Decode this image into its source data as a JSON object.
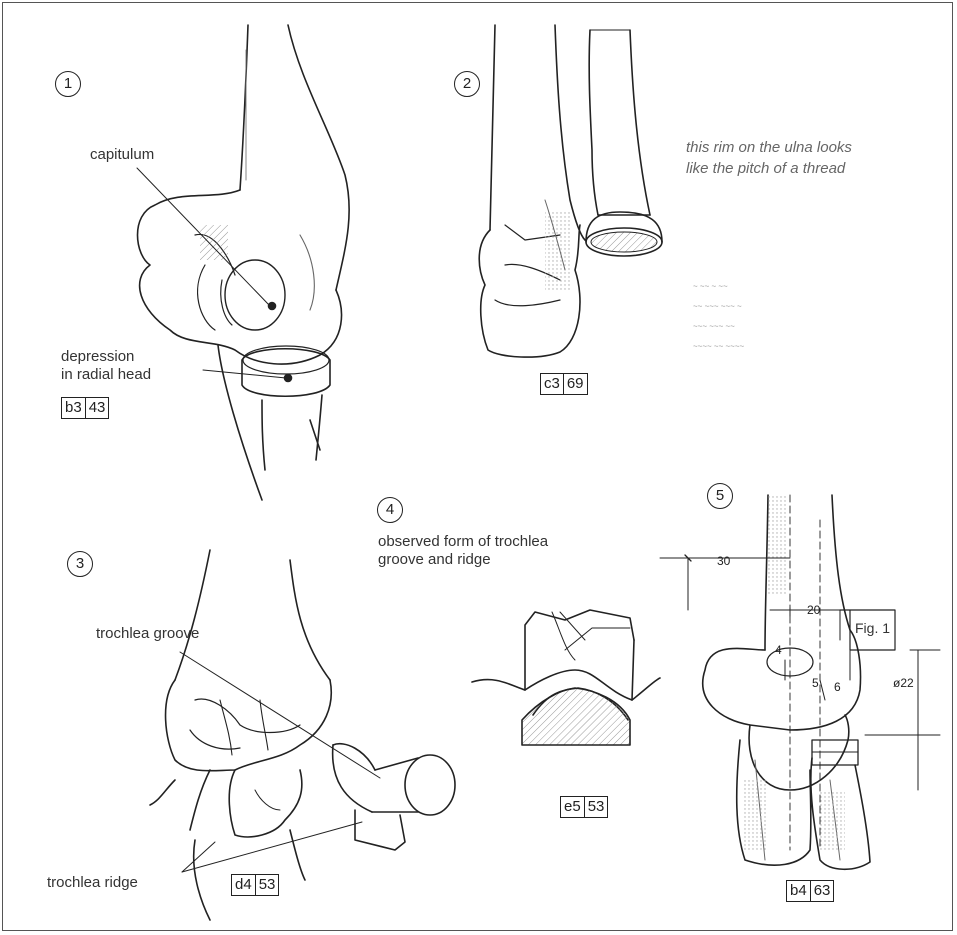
{
  "panels": [
    {
      "number": "1",
      "refs": [
        "b3",
        "43"
      ]
    },
    {
      "number": "2",
      "refs": [
        "c3",
        "69"
      ]
    },
    {
      "number": "3",
      "refs": [
        "d4",
        "53"
      ]
    },
    {
      "number": "4",
      "refs": [
        "e5",
        "53"
      ]
    },
    {
      "number": "5",
      "refs": [
        "b4",
        "63"
      ]
    }
  ],
  "labels": {
    "capitulum": "capitulum",
    "depression_line1": "depression",
    "depression_line2": "in radial head",
    "ulna_note_line1": "this rim on the ulna looks",
    "ulna_note_line2": "like the pitch of a thread",
    "trochlea_groove": "trochlea groove",
    "trochlea_ridge": "trochlea ridge",
    "observed_line1": "observed form of trochlea",
    "observed_line2": "groove and ridge",
    "fig_label": "Fig. 1"
  },
  "dimensions": {
    "d30": "30",
    "d20": "20",
    "d22": "ø22",
    "d4": "4",
    "d5": "5",
    "d6": "6"
  }
}
